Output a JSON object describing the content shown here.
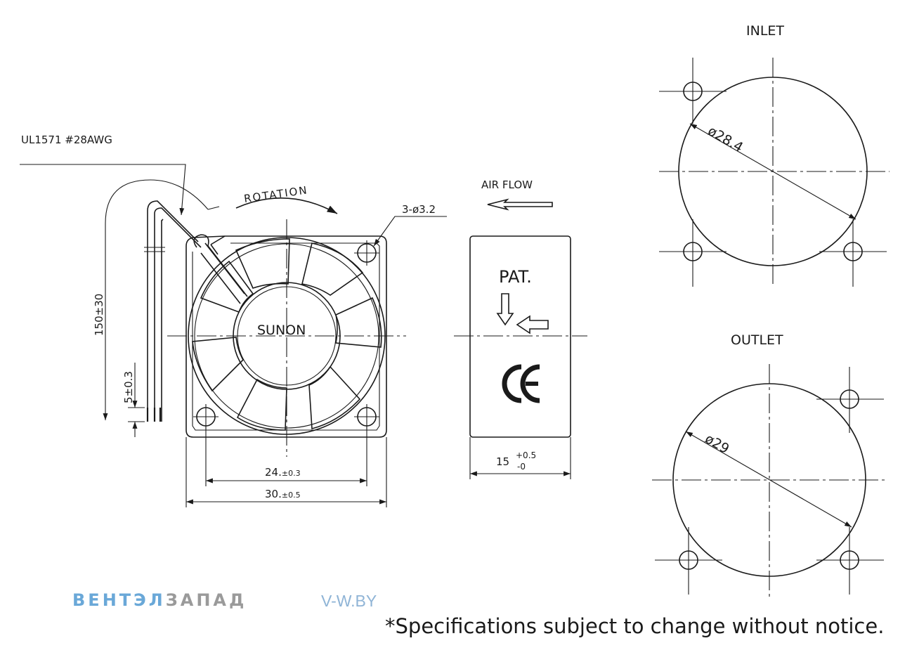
{
  "labels": {
    "wire_spec": "UL1571  #28AWG",
    "rotation": "ROTATION",
    "air_flow": "AIR FLOW",
    "mount_holes": "3-ø3.2",
    "hub_brand": "SUNON",
    "patent": "PAT.",
    "ce_mark": "CE",
    "lead_length": "150±30",
    "strip_length": "5±0.3",
    "hole_pitch_main": "24.",
    "hole_pitch_tol": "±0.3",
    "frame_size_main": "30.",
    "frame_size_tol": "±0.5",
    "thickness_main": "15",
    "thickness_tol_plus": "+0.5",
    "thickness_tol_minus": "-0",
    "inlet_title": "INLET",
    "inlet_diameter": "ø28.4",
    "outlet_title": "OUTLET",
    "outlet_diameter": "ø29"
  },
  "footer": {
    "brand_part1": "ВЕНТЭЛ",
    "brand_part2": "ЗАПАД",
    "site": "V-W.BY",
    "note": "*Specifications subject to change without notice."
  },
  "colors": {
    "line": "#1a1a1a",
    "brand_blue": "#6aa8d8",
    "brand_gray": "#9a9a9a",
    "site_blue": "#8fb4d6"
  }
}
